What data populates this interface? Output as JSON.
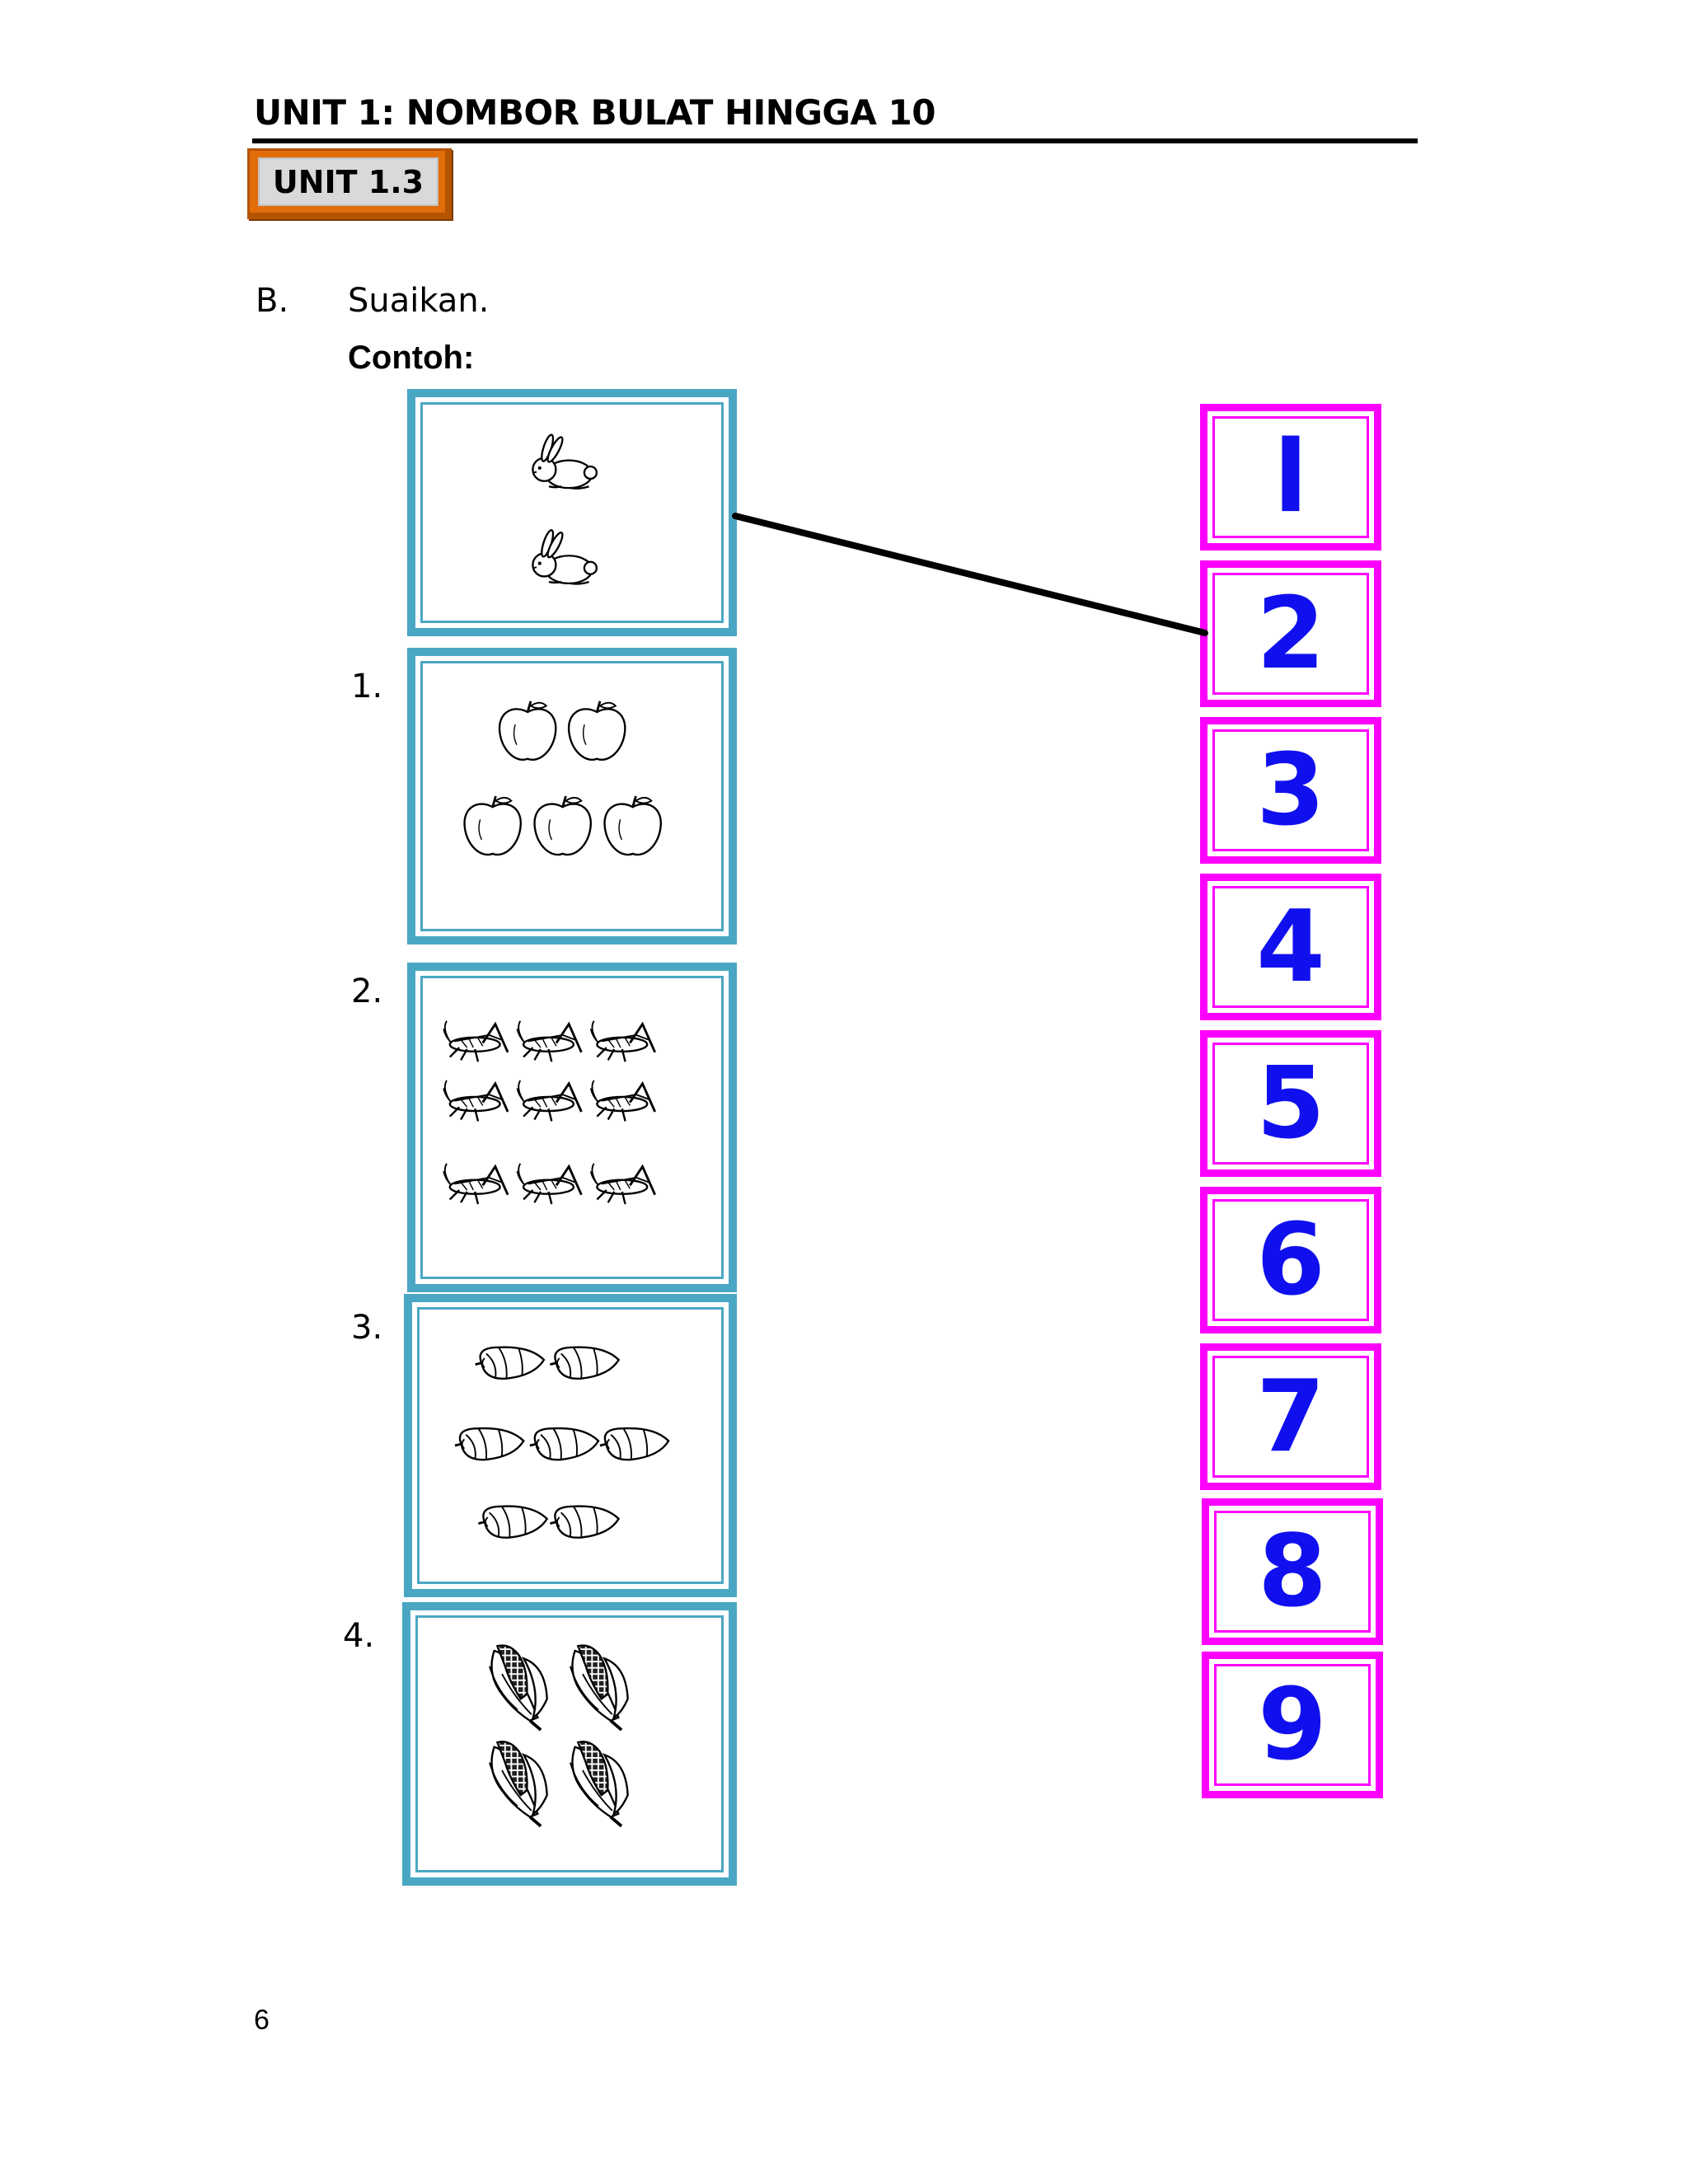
{
  "header": {
    "unit_title": "UNIT 1: NOMBOR BULAT HINGGA 10",
    "unit_badge": "UNIT 1.3"
  },
  "exercise": {
    "section_letter": "B.",
    "instruction": "Suaikan.",
    "example_label": "Contoh:"
  },
  "picture_items": [
    {
      "label": "",
      "object": "rabbit-icon",
      "count": 2
    },
    {
      "label": "1.",
      "object": "apple-icon",
      "count": 5
    },
    {
      "label": "2.",
      "object": "grasshopper-icon",
      "count": 9
    },
    {
      "label": "3.",
      "object": "starfruit-icon",
      "count": 7
    },
    {
      "label": "4.",
      "object": "corn-icon",
      "count": 4
    }
  ],
  "numbers": [
    "l",
    "2",
    "3",
    "4",
    "5",
    "6",
    "7",
    "8",
    "9"
  ],
  "example_match": {
    "picture_item": 0,
    "number": "2"
  },
  "colors": {
    "picture_border": "#4aa7c4",
    "number_border": "#ff00ff",
    "number_text": "#1010ee",
    "badge": "#e36c0a"
  },
  "footer": {
    "page_number": "6"
  }
}
